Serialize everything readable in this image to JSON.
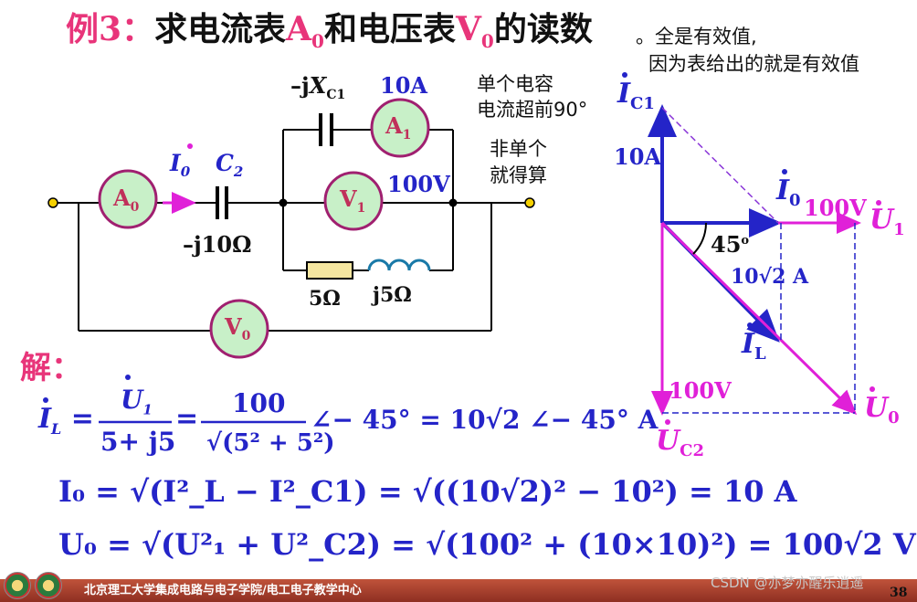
{
  "title": {
    "prefix": "例3：",
    "part1": "求电流表",
    "a0_main": "A",
    "a0_sub": "0",
    "part2": "和电压表",
    "v0_main": "V",
    "v0_sub": "0",
    "part3": "的读数"
  },
  "notes": {
    "rms_line1": "。全是有效值,",
    "rms_line2": "因为表给出的就是有效值",
    "cap_line1": "单个电容",
    "cap_line2": "电流超前90°",
    "nonsingle_line1": "非单个",
    "nonsingle_line2": "就得算"
  },
  "circuit": {
    "a0_label": "A",
    "a0_sub": "0",
    "a1_label": "A",
    "a1_sub": "1",
    "v1_label": "V",
    "v1_sub": "1",
    "v0_label": "V",
    "v0_sub": "0",
    "i0_label": "I",
    "i0_sub": "0",
    "c2_label": "C",
    "c2_sub": "2",
    "c2_imp": "–j10Ω",
    "xc1_prefix": "–j",
    "xc1_main": "X",
    "xc1_sub": "C1",
    "a1_reading": "10A",
    "v1_reading": "100V",
    "r_label": "5Ω",
    "l_label": "j5Ω"
  },
  "phasor": {
    "ic1_main": "I",
    "ic1_sub": "C1",
    "ic1_value": "10A",
    "i0_main": "I",
    "i0_sub": "0",
    "u1_value": "100V",
    "u1_main": "U",
    "u1_sub": "1",
    "angle": "45",
    "angle_unit": "o",
    "il_value": "10√2 A",
    "il_main": "I",
    "il_sub": "L",
    "uc2_value": "100V",
    "uc2_main": "U",
    "uc2_sub": "C2",
    "u0_main": "U",
    "u0_sub": "0"
  },
  "solution": {
    "heading": "解：",
    "eq1": {
      "lhs": "I",
      "lhs_sub": "L",
      "num1": "U",
      "num1_sub": "1",
      "den1": "5+ j5",
      "num2": "100",
      "den2": "√(5² + 5²)",
      "mid": "∠− 45° = 10√2 ∠− 45° A"
    },
    "eq2": "I₀ = √(I²_L − I²_C1) = √((10√2)² − 10²) = 10 A",
    "eq3": "U₀ = √(U²₁ + U²_C2) = √(100² + (10×10)²) = 100√2 V"
  },
  "footer": {
    "text": "北京理工大学集成电路与电子学院/电工电子教学中心",
    "watermark": "CSDN @亦梦亦醒乐逍遥",
    "page": "38"
  },
  "colors": {
    "blue": "#2424c8",
    "magenta": "#e020d8",
    "green_meter": "#c8f0c8",
    "pink": "#e8357a",
    "footer": "#a83a2a"
  }
}
